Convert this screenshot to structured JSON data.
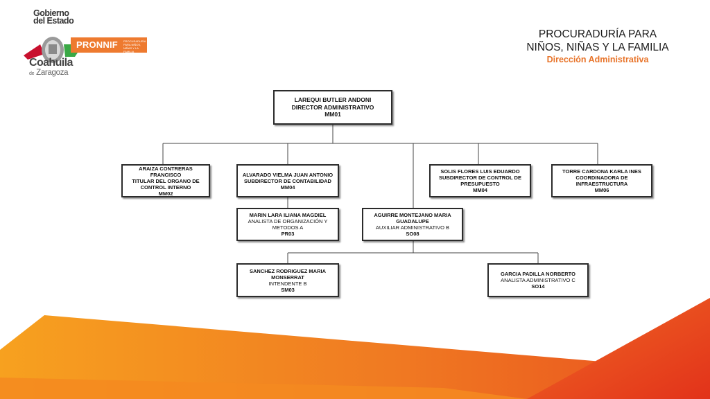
{
  "logo": {
    "gobierno": "Gobierno",
    "del_estado": "del Estado",
    "coahuila": "Coahuila",
    "de": "de",
    "zaragoza": "Zaragoza",
    "pronnif": "PRONNIF",
    "pronnif_sub": "PROCURADURÍA PARA NIÑOS, NIÑAS Y LA FAMILIA"
  },
  "header": {
    "title_line1": "PROCURADURÍA PARA",
    "title_line2": "NIÑOS, NIÑAS Y LA FAMILIA",
    "subtitle": "Dirección Administrativa"
  },
  "org": {
    "director": {
      "name": "LAREQUI BUTLER ANDONI",
      "position": "DIRECTOR ADMINISTRATIVO",
      "code": "MM01"
    },
    "araiza": {
      "name": "ARAIZA CONTRERAS FRANCISCO",
      "position": "TITULAR DEL ORGANO DE CONTROL INTERNO",
      "code": "MM02"
    },
    "alvarado": {
      "name": "ALVARADO VIELMA JUAN ANTONIO",
      "position": "SUBDIRECTOR DE CONTABILIDAD",
      "code": "MM04"
    },
    "solis": {
      "name": "SOLIS FLORES LUIS EDUARDO",
      "position": "SUBDIRECTOR DE CONTROL DE PRESUPUESTO",
      "code": "MM04"
    },
    "torre": {
      "name": "TORRE CARDONA KARLA INES",
      "position": "COORDINADORA DE INFRAESTRUCTURA",
      "code": "MM06"
    },
    "marin": {
      "name": "MARIN LARA ILIANA MAGDIEL",
      "position": "ANALISTA DE ORGANIZACIÓN Y METODOS A",
      "code": "PR03"
    },
    "aguirre": {
      "name": "AGUIRRE MONTEJANO MARIA GUADALUPE",
      "position": "AUXILIAR ADMINISTRATIVO B",
      "code": "SO08"
    },
    "sanchez": {
      "name": "SANCHEZ RODRIGUEZ MARIA MONSERRAT",
      "position": "INTENDENTE B",
      "code": "SM03"
    },
    "garcia": {
      "name": "GARCIA PADILLA NORBERTO",
      "position": "ANALISTA ADMINISTRATIVO C",
      "code": "SO14"
    }
  },
  "colors": {
    "accent": "#e8742a",
    "decoration_light": "#f6a623",
    "decoration_dark": "#e2401c",
    "box_border": "#2b2b2b"
  }
}
